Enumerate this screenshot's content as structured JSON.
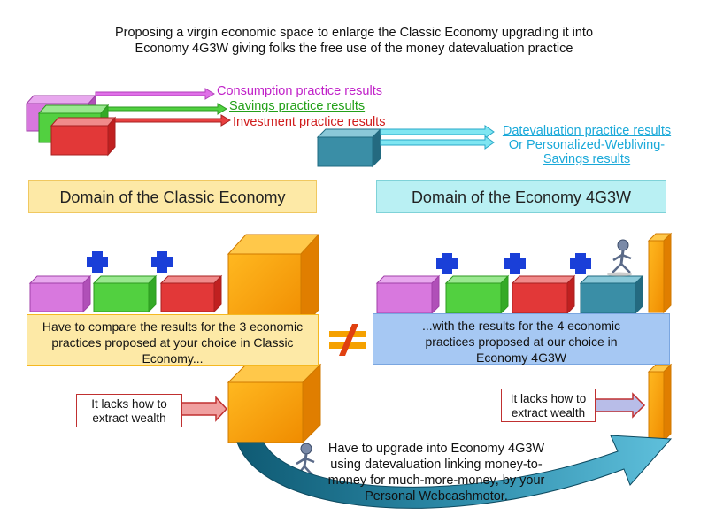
{
  "title": {
    "line1": "Proposing a virgin economic space to enlarge the Classic Economy upgrading it into",
    "line2": "Economy 4G3W giving folks the free use of the money datevaluation practice"
  },
  "legend": {
    "consumption": "Consumption practice results",
    "savings": "Savings practice results",
    "investment": "Investment practice results",
    "datevaluation_line1": "Datevaluation practice results",
    "datevaluation_line2": "Or Personalized-Webliving-",
    "datevaluation_line3": "Savings results"
  },
  "domains": {
    "classic": "Domain of the Classic Economy",
    "e4g3w": "Domain of the Economy 4G3W"
  },
  "compare": {
    "left_line1": "Have to compare the results for the 3 economic",
    "left_line2": "practices proposed at your choice in Classic",
    "left_line3": "Economy...",
    "right_line1": "...with the results for the 4 economic",
    "right_line2": "practices proposed at our choice in",
    "right_line3": "Economy 4G3W"
  },
  "lacks": {
    "left_line1": "It lacks how to",
    "left_line2": "extract wealth",
    "right_line1": "It lacks how to",
    "right_line2": "extract wealth"
  },
  "upgrade": {
    "line1": "Have to upgrade into Economy 4G3W",
    "line2": "using datevaluation linking money-to-",
    "line3": "money for much-more-money, by your",
    "line4": "Personal Webcashmotor."
  },
  "colors": {
    "consumption": "#d060d8",
    "savings": "#44cc33",
    "investment": "#e03030",
    "datevaluation": "#2aa8c8",
    "orange": "#f5a100",
    "classic_bg": "#fde9a6",
    "e4g3w_bg": "#b9f0f3",
    "compare_right_bg": "#a6c8f3",
    "plus": "#1a3fd8"
  },
  "icons": [
    "plus-icon",
    "not-equal-icon",
    "figure-icon",
    "arrow-icon"
  ]
}
